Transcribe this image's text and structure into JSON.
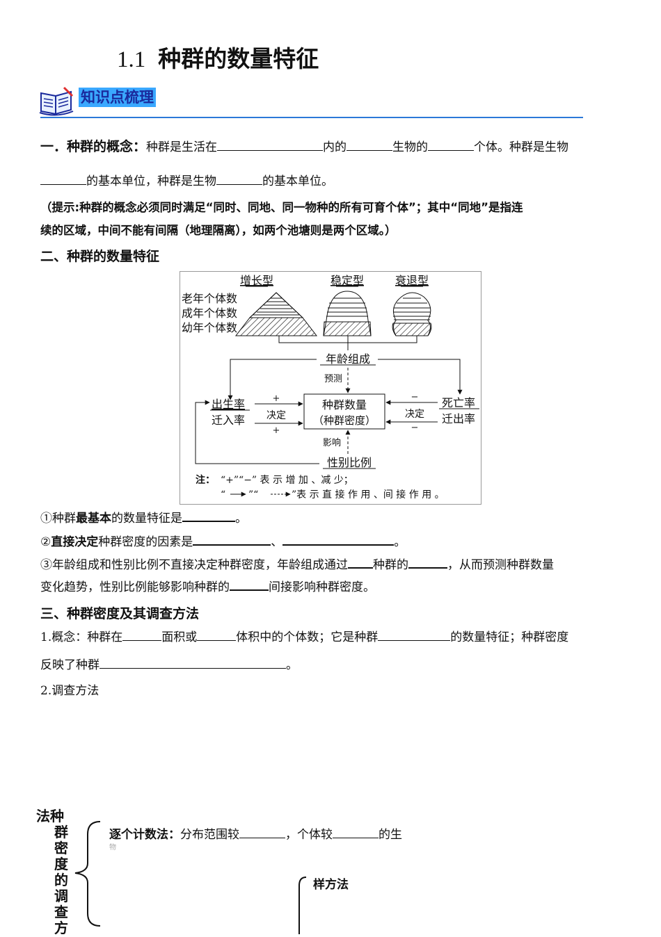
{
  "title": {
    "number": "1.1",
    "text": "种群的数量特征"
  },
  "section_badge": {
    "label": "知识点梳理",
    "icon": "open-book-icon"
  },
  "s1": {
    "heading": "一．种群的概念：",
    "t1": "种群是生活在",
    "t2": "内的",
    "t3": "生物的",
    "t4": "个体。种群是生物",
    "t5": "的基本单位，种群是生物",
    "t6": "的基本单位。"
  },
  "hint": {
    "line1": "（提示:种群的概念必须同时满足“同时、同地、同一物种的所有可育个体”；其中“同地”是指连",
    "line2": "续的区域，中间不能有间隔（地理隔离），如两个池塘则是两个区域。）"
  },
  "s2": {
    "heading": "二、种群的数量特征"
  },
  "diagram": {
    "types": [
      "增长型",
      "稳定型",
      "衰退型"
    ],
    "age_labels": [
      "老年个体数",
      "成年个体数",
      "幼年个体数"
    ],
    "age_structure": "年龄组成",
    "predict": "预测",
    "center_line1": "种群数量",
    "center_line2": "（种群密度）",
    "birth_rate": "出生率",
    "immigration_rate": "迁入率",
    "death_rate": "死亡率",
    "emigration_rate": "迁出率",
    "decide": "决定",
    "plus": "+",
    "minus": "−",
    "influence": "影响",
    "sex_ratio": "性别比例",
    "note_label": "注：",
    "note_line1": "“+”“−” 表 示 增 加 、减 少；",
    "note_line2a": "“",
    "note_line2b": "”“",
    "note_line2c": "”表 示 直 接 作 用 、间 接 作 用 。"
  },
  "q1": {
    "a": "①种群",
    "b": "最基本",
    "c": "的数量特征是",
    "d": "。"
  },
  "q2": {
    "a": "②",
    "b": "直接决定",
    "c": "种群密度的因素是",
    "d": "、",
    "e": "。"
  },
  "q3": {
    "a": "③年龄组成和性别比例不直接决定种群密度，年龄组成通过",
    "b": "种群的",
    "c": "，从而预测种群数量",
    "d": "变化趋势，性别比例能够影响种群的",
    "e": "间接影响种群密度。"
  },
  "s3": {
    "heading": "三、种群密度及其调查方法",
    "c1": "1.概念：种群在",
    "c2": "面积或",
    "c3": "体积中的个体数；它是种群",
    "c4": "的数量特征；种群密度",
    "c5": "反映了种群",
    "c6": "。",
    "m": "2.调查方法"
  },
  "tree": {
    "vertical_top": "法种",
    "vertical_chars": [
      "群",
      "密",
      "度",
      "的",
      "调",
      "查",
      "方"
    ],
    "count_label": "逐个计数法：",
    "count_t1": "分布范围较",
    "count_t2": "，个体较",
    "count_t3": "的生",
    "count_cut": "物",
    "sample_label": "样方法"
  }
}
